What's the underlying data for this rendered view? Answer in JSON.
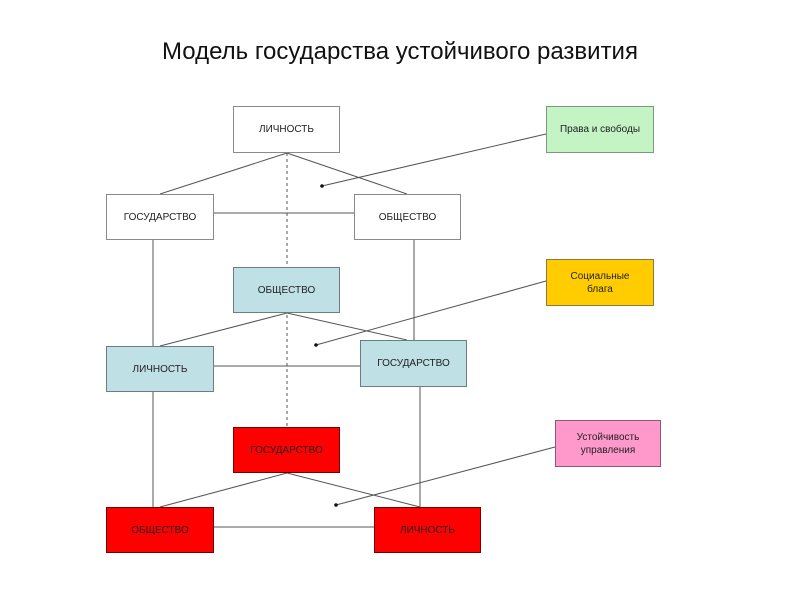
{
  "title": "Модель государства устойчивого развития",
  "colors": {
    "level1": "#ffffff",
    "level2": "#bfe0e4",
    "level3": "#ff0000",
    "rights": "#c4f4c4",
    "social": "#ffcc00",
    "governance": "#ff99cc"
  },
  "level1": {
    "top": "ЛИЧНОСТЬ",
    "left": "ГОСУДАРСТВО",
    "right": "ОБЩЕСТВО"
  },
  "level2": {
    "top": "ОБЩЕСТВО",
    "left": "ЛИЧНОСТЬ",
    "right": "ГОСУДАРСТВО"
  },
  "level3": {
    "top": "ГОСУДАРСТВО",
    "left": "ОБЩЕСТВО",
    "right": "ЛИЧНОСТЬ"
  },
  "labels": {
    "rights": "Права и свободы",
    "social": "Социальные\nблага",
    "governance": "Устойчивость\nуправления"
  }
}
